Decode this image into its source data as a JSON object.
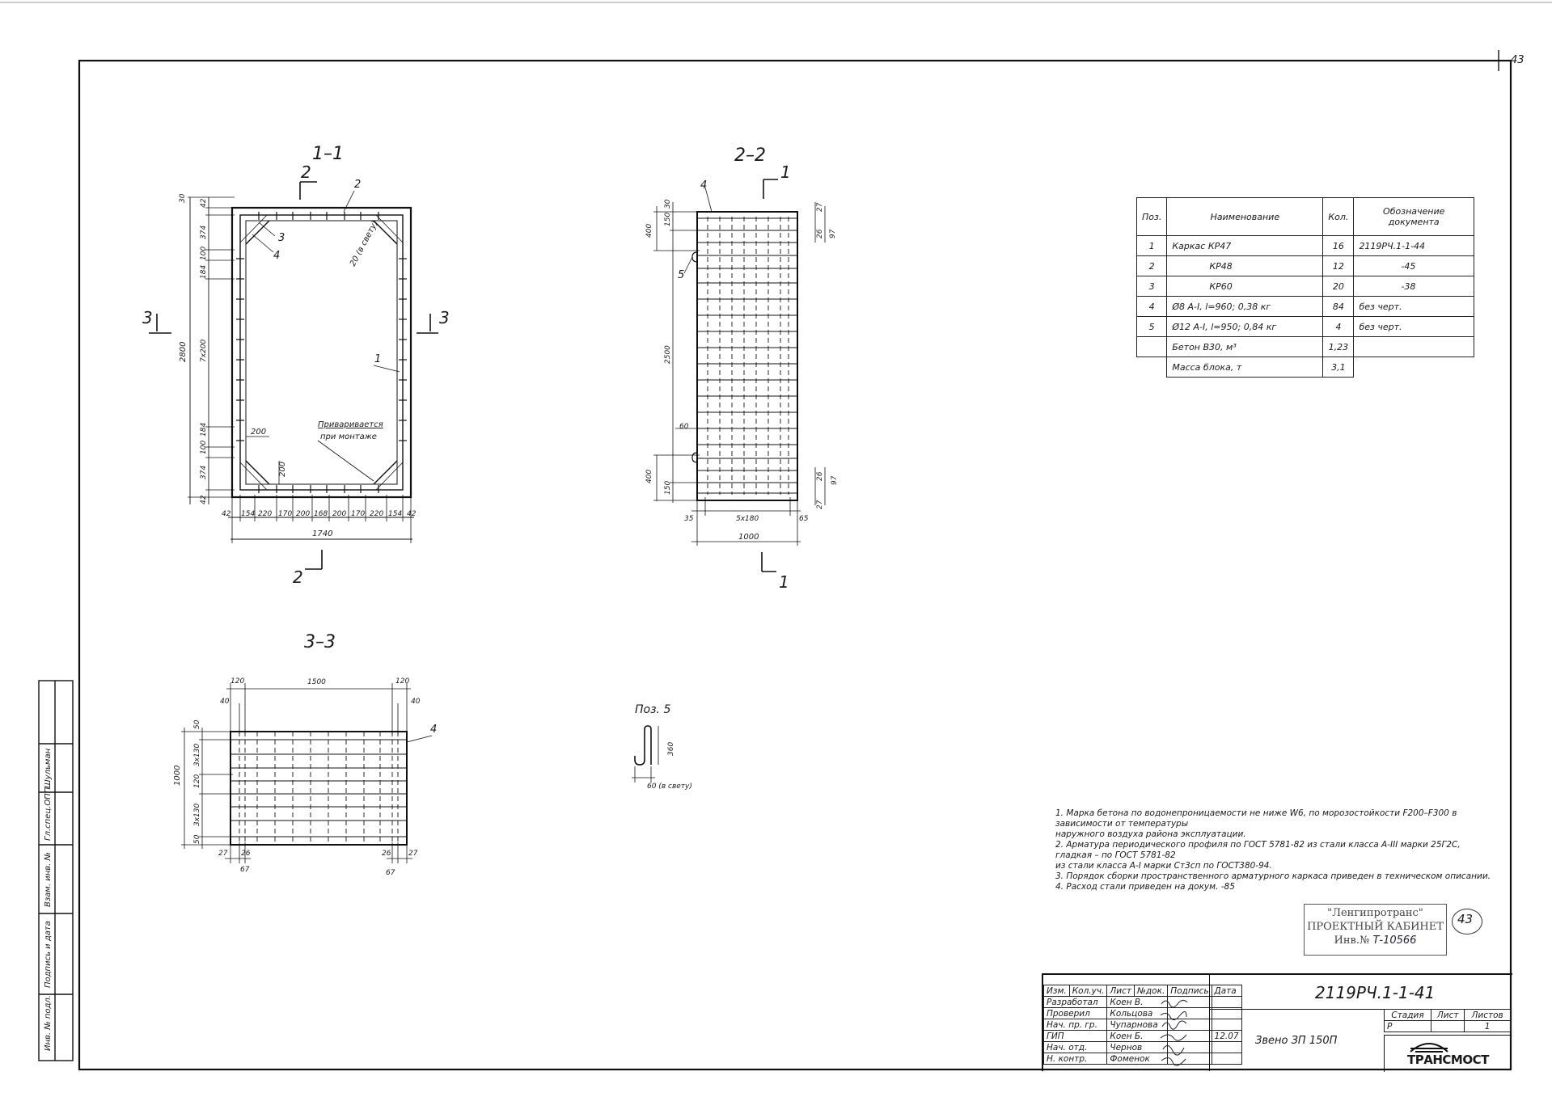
{
  "page_number": "43",
  "sections": {
    "s11": "1–1",
    "s22": "2–2",
    "s33": "3–3",
    "cut2": "2",
    "cut3": "3",
    "cut1": "1"
  },
  "sec11": {
    "pos2": "2",
    "pos3": "3",
    "pos4": "4",
    "pos1": "1",
    "inner_note": "20 (в свету)",
    "weld_note_1": "Приваривается",
    "weld_note_2": "при монтаже",
    "d200a": "200",
    "d200b": "200",
    "left_dims": [
      "30",
      "42",
      "374",
      "184",
      "100",
      "7x200",
      "100",
      "184",
      "374",
      "42"
    ],
    "overall_h": "2800",
    "bottom_dims": [
      "42",
      "154",
      "220",
      "170",
      "200",
      "168",
      "200",
      "170",
      "220",
      "154",
      "42"
    ],
    "overall_w": "1740"
  },
  "sec22": {
    "pos4": "4",
    "pos5": "5",
    "left_dims": [
      "400",
      "30",
      "150",
      "2500",
      "60",
      "400",
      "150"
    ],
    "right_dims": [
      "27",
      "26",
      "97",
      "26",
      "27",
      "97"
    ],
    "bottom_dims": [
      "35",
      "5x180",
      "65"
    ],
    "overall_w": "1000"
  },
  "sec33": {
    "top_dims": [
      "120",
      "1500",
      "120"
    ],
    "side_dims": [
      "40",
      "40"
    ],
    "left_dims": [
      "50",
      "3x130",
      "120",
      "3x130",
      "50"
    ],
    "overall_h": "1000",
    "bottom_dims": [
      "27",
      "26",
      "26",
      "27"
    ],
    "bottom_totals": [
      "67",
      "67"
    ],
    "pos4": "4"
  },
  "poz5": {
    "title": "Поз. 5",
    "dim_h": "360",
    "dim_w": "60 (в свету)"
  },
  "spec_table": {
    "headers": [
      "Поз.",
      "Наименование",
      "Кол.",
      "Обозначение документа"
    ],
    "rows": [
      [
        "1",
        "Каркас КР47",
        "16",
        "2119РЧ.1-1-44"
      ],
      [
        "2",
        "КР48",
        "12",
        "-45"
      ],
      [
        "3",
        "КР60",
        "20",
        "-38"
      ],
      [
        "4",
        "Ø8 А-I, l=960; 0,38 кг",
        "84",
        "без черт."
      ],
      [
        "5",
        "Ø12 А-I, l=950; 0,84 кг",
        "4",
        "без черт."
      ],
      [
        "",
        "Бетон В30, м³",
        "1,23",
        ""
      ],
      [
        "",
        "Масса блока, т",
        "3,1",
        ""
      ]
    ]
  },
  "notes": [
    "1. Марка бетона по водонепроницаемости не ниже W6, по морозостойкости F200–F300 в зависимости от температуры",
    "наружного воздуха района эксплуатации.",
    "2. Арматура периодического профиля по ГОСТ 5781-82 из стали класса А-III марки 25Г2С, гладкая – по ГОСТ 5781-82",
    "из стали класса А-I марки Ст3сп по ГОСТ380-94.",
    "3. Порядок сборки пространственного арматурного каркаса приведен в техническом описании.",
    "4. Расход стали приведен на докум. -85"
  ],
  "stamp": {
    "line1": "\"Ленгипротранс\"",
    "line2": "ПРОЕКТНЫЙ КАБИНЕТ",
    "line3_label": "Инв.№",
    "line3_value": "Т-10566",
    "circle": "43"
  },
  "title_block": {
    "doc_code": "2119РЧ.1-1-41",
    "name": "Звено ЗП 150П",
    "col_headers": [
      "Изм.",
      "Кол.уч.",
      "Лист",
      "№док.",
      "Подпись",
      "Дата"
    ],
    "rows": [
      [
        "Разработал",
        "Коен В.",
        "",
        ""
      ],
      [
        "Проверил",
        "Кольцова",
        "",
        ""
      ],
      [
        "Нач. пр. гр.",
        "Чупарнова",
        "",
        ""
      ],
      [
        "ГИП",
        "Коен Б.",
        "",
        "12.07"
      ],
      [
        "Нач. отд.",
        "Чернов",
        "",
        ""
      ],
      [
        "Н. контр.",
        "Фоменок",
        "",
        ""
      ]
    ],
    "stage_headers": [
      "Стадия",
      "Лист",
      "Листов"
    ],
    "stage_values": [
      "Р",
      "",
      "1"
    ],
    "logo_text": "ТРАНСМОСТ"
  },
  "side_strip": {
    "labels": [
      "Инв. № подл.",
      "Подпись и дата",
      "Взам. инв. №",
      "Гл.спец.ОПП",
      "Шульман"
    ]
  }
}
